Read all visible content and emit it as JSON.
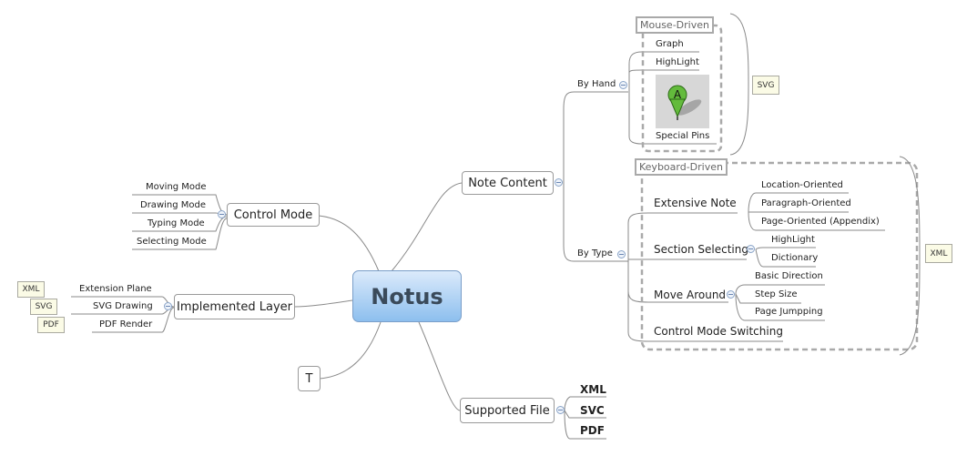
{
  "central": "Notus",
  "topics": {
    "note_content": "Note Content",
    "control_mode": "Control Mode",
    "implemented_layer": "Implemented Layer",
    "t_node": "T",
    "supported_file": "Supported File"
  },
  "control_mode_items": [
    "Moving Mode",
    "Drawing Mode",
    "Typing Mode",
    "Selecting Mode"
  ],
  "implemented_layer_items": [
    "Extension Plane",
    "SVG Drawing",
    "PDF Render"
  ],
  "implemented_layer_notes": [
    "XML",
    "SVG",
    "PDF"
  ],
  "note_content_branches": {
    "by_hand": "By Hand",
    "by_type": "By Type"
  },
  "mouse_driven": {
    "label": "Mouse-Driven",
    "items": [
      "Graph",
      "HighLight",
      "Special Pins"
    ],
    "pin_letter": "A",
    "note": "SVG"
  },
  "keyboard_driven": {
    "label": "Keyboard-Driven",
    "note": "XML",
    "extensive_note": {
      "title": "Extensive Note",
      "items": [
        "Location-Oriented",
        "Paragraph-Oriented",
        "Page-Oriented (Appendix)"
      ]
    },
    "section_selecting": {
      "title": "Section Selecting",
      "items": [
        "HighLight",
        "Dictionary"
      ]
    },
    "move_around": {
      "title": "Move Around",
      "items": [
        "Basic Direction",
        "Step Size",
        "Page Jumpping"
      ]
    },
    "control_mode_switching": "Control Mode Switching"
  },
  "supported_files": [
    "XML",
    "SVC",
    "PDF"
  ],
  "colors": {
    "center_top": "#dbeafb",
    "center_bottom": "#8dbfee",
    "line": "#8a8a8a",
    "note_bg": "#fbfbe6"
  }
}
